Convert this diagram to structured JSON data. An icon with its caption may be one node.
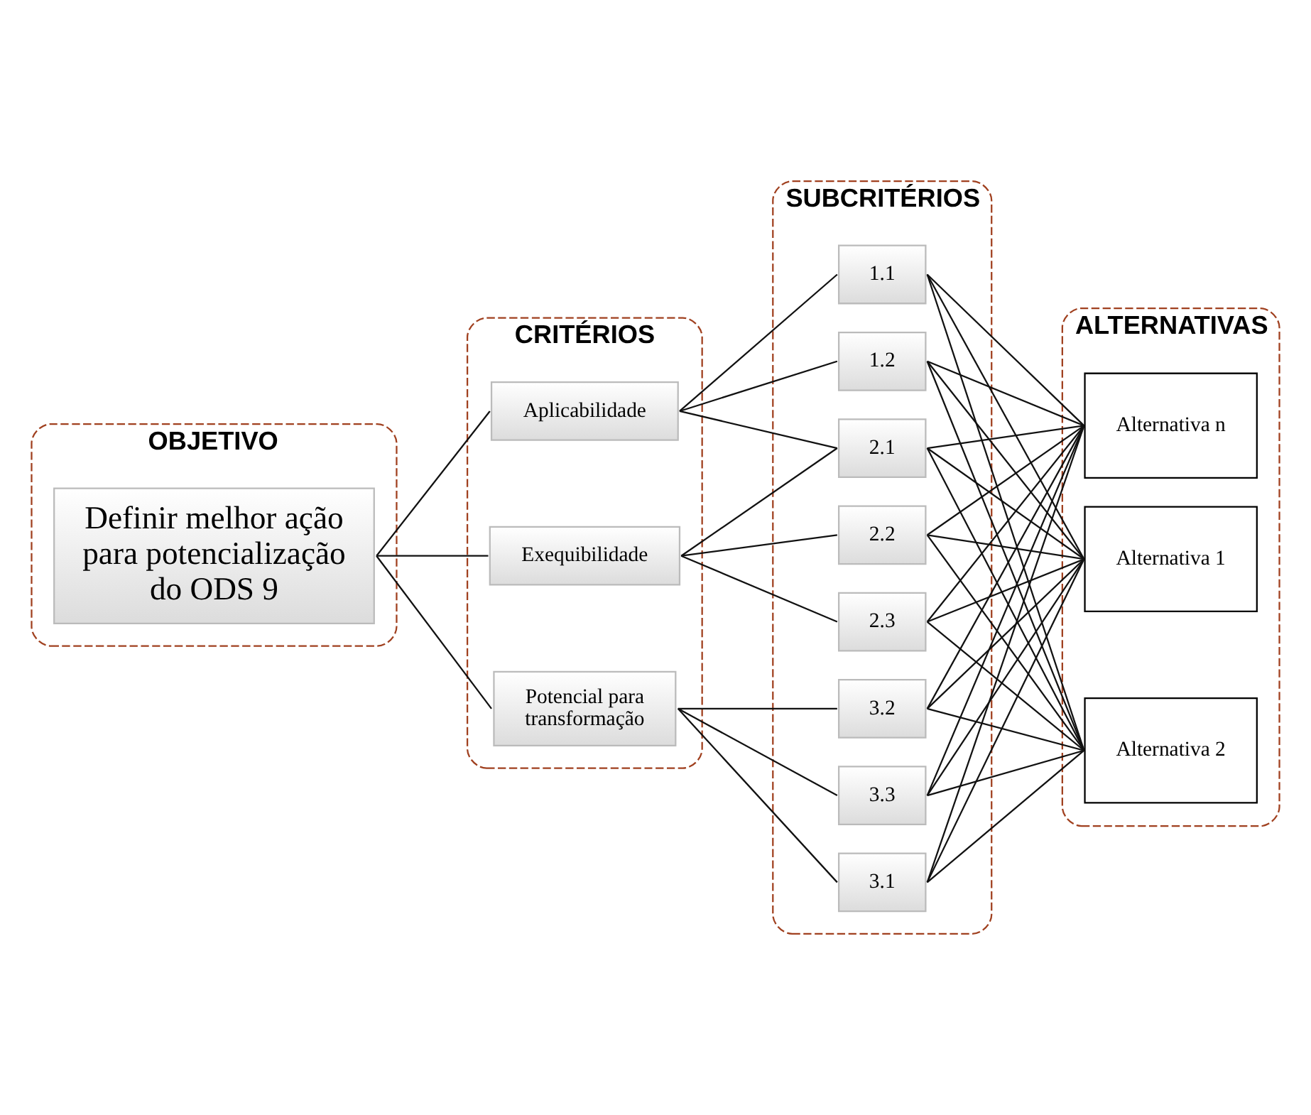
{
  "diagram": {
    "nodes": [
      {
        "text": [
          "OBJETIVO"
        ]
      },
      {
        "text": [
          "Definir melhor ação para potencialização do ODS 9"
        ],
        "in": 0
      },
      {
        "text": [
          "CRITÉRIOS"
        ]
      },
      {
        "text": [
          "Aplicabilidade"
        ],
        "in": 2
      },
      {
        "text": [
          "Exequibilidade"
        ],
        "in": 2
      },
      {
        "text": [
          "Potencial para transformação"
        ],
        "in": 2
      },
      {
        "text": [
          "SUBCRITÉRIOS"
        ]
      },
      {
        "text": [
          "1.1"
        ],
        "in": 6
      },
      {
        "text": [
          "1.2"
        ],
        "in": 6
      },
      {
        "text": [
          "2.1"
        ],
        "in": 6
      },
      {
        "text": [
          "2.2"
        ],
        "in": 6
      },
      {
        "text": [
          "2.3"
        ],
        "in": 6
      },
      {
        "text": [
          "3.1"
        ],
        "in": 6
      },
      {
        "text": [
          "3.2"
        ],
        "in": 6
      },
      {
        "text": [
          "3.3"
        ],
        "in": 6
      },
      {
        "text": [
          "ALTERNATIVAS"
        ]
      },
      {
        "text": [
          "Alternativa 1"
        ],
        "in": 15
      },
      {
        "text": [
          "Alternativa 2"
        ],
        "in": 15
      },
      {
        "text": [
          "Alternativa n"
        ],
        "in": 15
      }
    ],
    "edges": [
      {
        "from": 1,
        "to": 3,
        "arrow": "none"
      },
      {
        "from": 1,
        "to": 4,
        "arrow": "none"
      },
      {
        "from": 1,
        "to": 5,
        "arrow": "none"
      },
      {
        "from": 3,
        "to": 7,
        "arrow": "none"
      },
      {
        "from": 3,
        "to": 8,
        "arrow": "none"
      },
      {
        "from": 3,
        "to": 9,
        "arrow": "none"
      },
      {
        "from": 4,
        "to": 9,
        "arrow": "none"
      },
      {
        "from": 4,
        "to": 10,
        "arrow": "none"
      },
      {
        "from": 4,
        "to": 11,
        "arrow": "none"
      },
      {
        "from": 5,
        "to": 12,
        "arrow": "none"
      },
      {
        "from": 5,
        "to": 13,
        "arrow": "none"
      },
      {
        "from": 5,
        "to": 14,
        "arrow": "none"
      },
      {
        "from": 7,
        "to": 16,
        "arrow": "none"
      },
      {
        "from": 7,
        "to": 17,
        "arrow": "none"
      },
      {
        "from": 7,
        "to": 18,
        "arrow": "none"
      },
      {
        "from": 8,
        "to": 16,
        "arrow": "none"
      },
      {
        "from": 8,
        "to": 17,
        "arrow": "none"
      },
      {
        "from": 8,
        "to": 18,
        "arrow": "none"
      },
      {
        "from": 9,
        "to": 16,
        "arrow": "none"
      },
      {
        "from": 9,
        "to": 17,
        "arrow": "none"
      },
      {
        "from": 9,
        "to": 18,
        "arrow": "none"
      },
      {
        "from": 10,
        "to": 16,
        "arrow": "none"
      },
      {
        "from": 10,
        "to": 17,
        "arrow": "none"
      },
      {
        "from": 10,
        "to": 18,
        "arrow": "none"
      },
      {
        "from": 11,
        "to": 16,
        "arrow": "none"
      },
      {
        "from": 11,
        "to": 17,
        "arrow": "none"
      },
      {
        "from": 11,
        "to": 18,
        "arrow": "none"
      },
      {
        "from": 12,
        "to": 16,
        "arrow": "none"
      },
      {
        "from": 12,
        "to": 17,
        "arrow": "none"
      },
      {
        "from": 12,
        "to": 18,
        "arrow": "none"
      },
      {
        "from": 13,
        "to": 16,
        "arrow": "none"
      },
      {
        "from": 13,
        "to": 17,
        "arrow": "none"
      },
      {
        "from": 13,
        "to": 18,
        "arrow": "none"
      },
      {
        "from": 14,
        "to": 16,
        "arrow": "none"
      },
      {
        "from": 14,
        "to": 17,
        "arrow": "none"
      },
      {
        "from": 14,
        "to": 18,
        "arrow": "none"
      }
    ]
  }
}
